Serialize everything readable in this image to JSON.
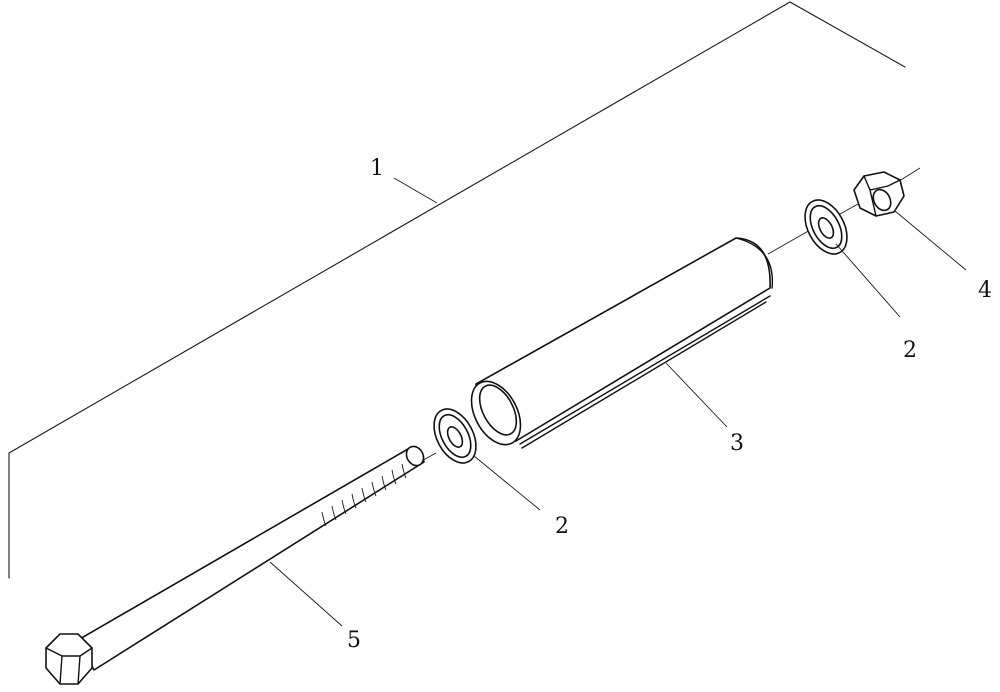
{
  "callouts": {
    "c1": "1",
    "c2_upper": "2",
    "c2_lower": "2",
    "c3": "3",
    "c4": "4",
    "c5": "5"
  }
}
